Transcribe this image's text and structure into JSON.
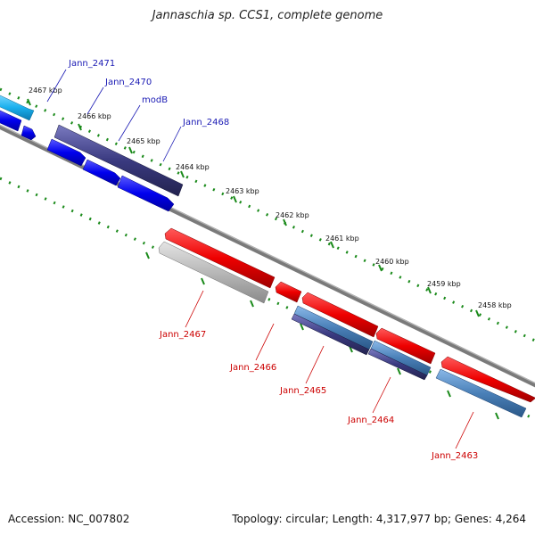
{
  "title": "Jannaschia sp. CCS1, complete genome",
  "footer": {
    "accession": "Accession: NC_007802",
    "summary": "Topology: circular; Length: 4,317,977 bp; Genes: 4,264"
  },
  "colors": {
    "forward_cds": "#0000ee",
    "forward_cyan": "#1ab0ee",
    "forward_dark": "#3a3a80",
    "reverse_cds": "#ee0000",
    "reverse_steel": "#4a80b8",
    "reverse_dark": "#3a3a80",
    "reverse_gray": "#b0b0b0",
    "backbone": "#7a7a7a",
    "ticks": "#1a8a1a",
    "forward_label": "#1a1ab4",
    "reverse_label": "#cc0000"
  },
  "ticks": [
    {
      "label": "2467 kbp"
    },
    {
      "label": "2466 kbp"
    },
    {
      "label": "2465 kbp"
    },
    {
      "label": "2464 kbp"
    },
    {
      "label": "2463 kbp"
    },
    {
      "label": "2462 kbp"
    },
    {
      "label": "2461 kbp"
    },
    {
      "label": "2460 kbp"
    },
    {
      "label": "2459 kbp"
    },
    {
      "label": "2458 kbp"
    }
  ],
  "forward_genes": [
    {
      "label": "Jann_2471"
    },
    {
      "label": "Jann_2470"
    },
    {
      "label": "modB"
    },
    {
      "label": "Jann_2468"
    }
  ],
  "reverse_genes": [
    {
      "label": "Jann_2467"
    },
    {
      "label": "Jann_2466"
    },
    {
      "label": "Jann_2465"
    },
    {
      "label": "Jann_2464"
    },
    {
      "label": "Jann_2463"
    }
  ]
}
